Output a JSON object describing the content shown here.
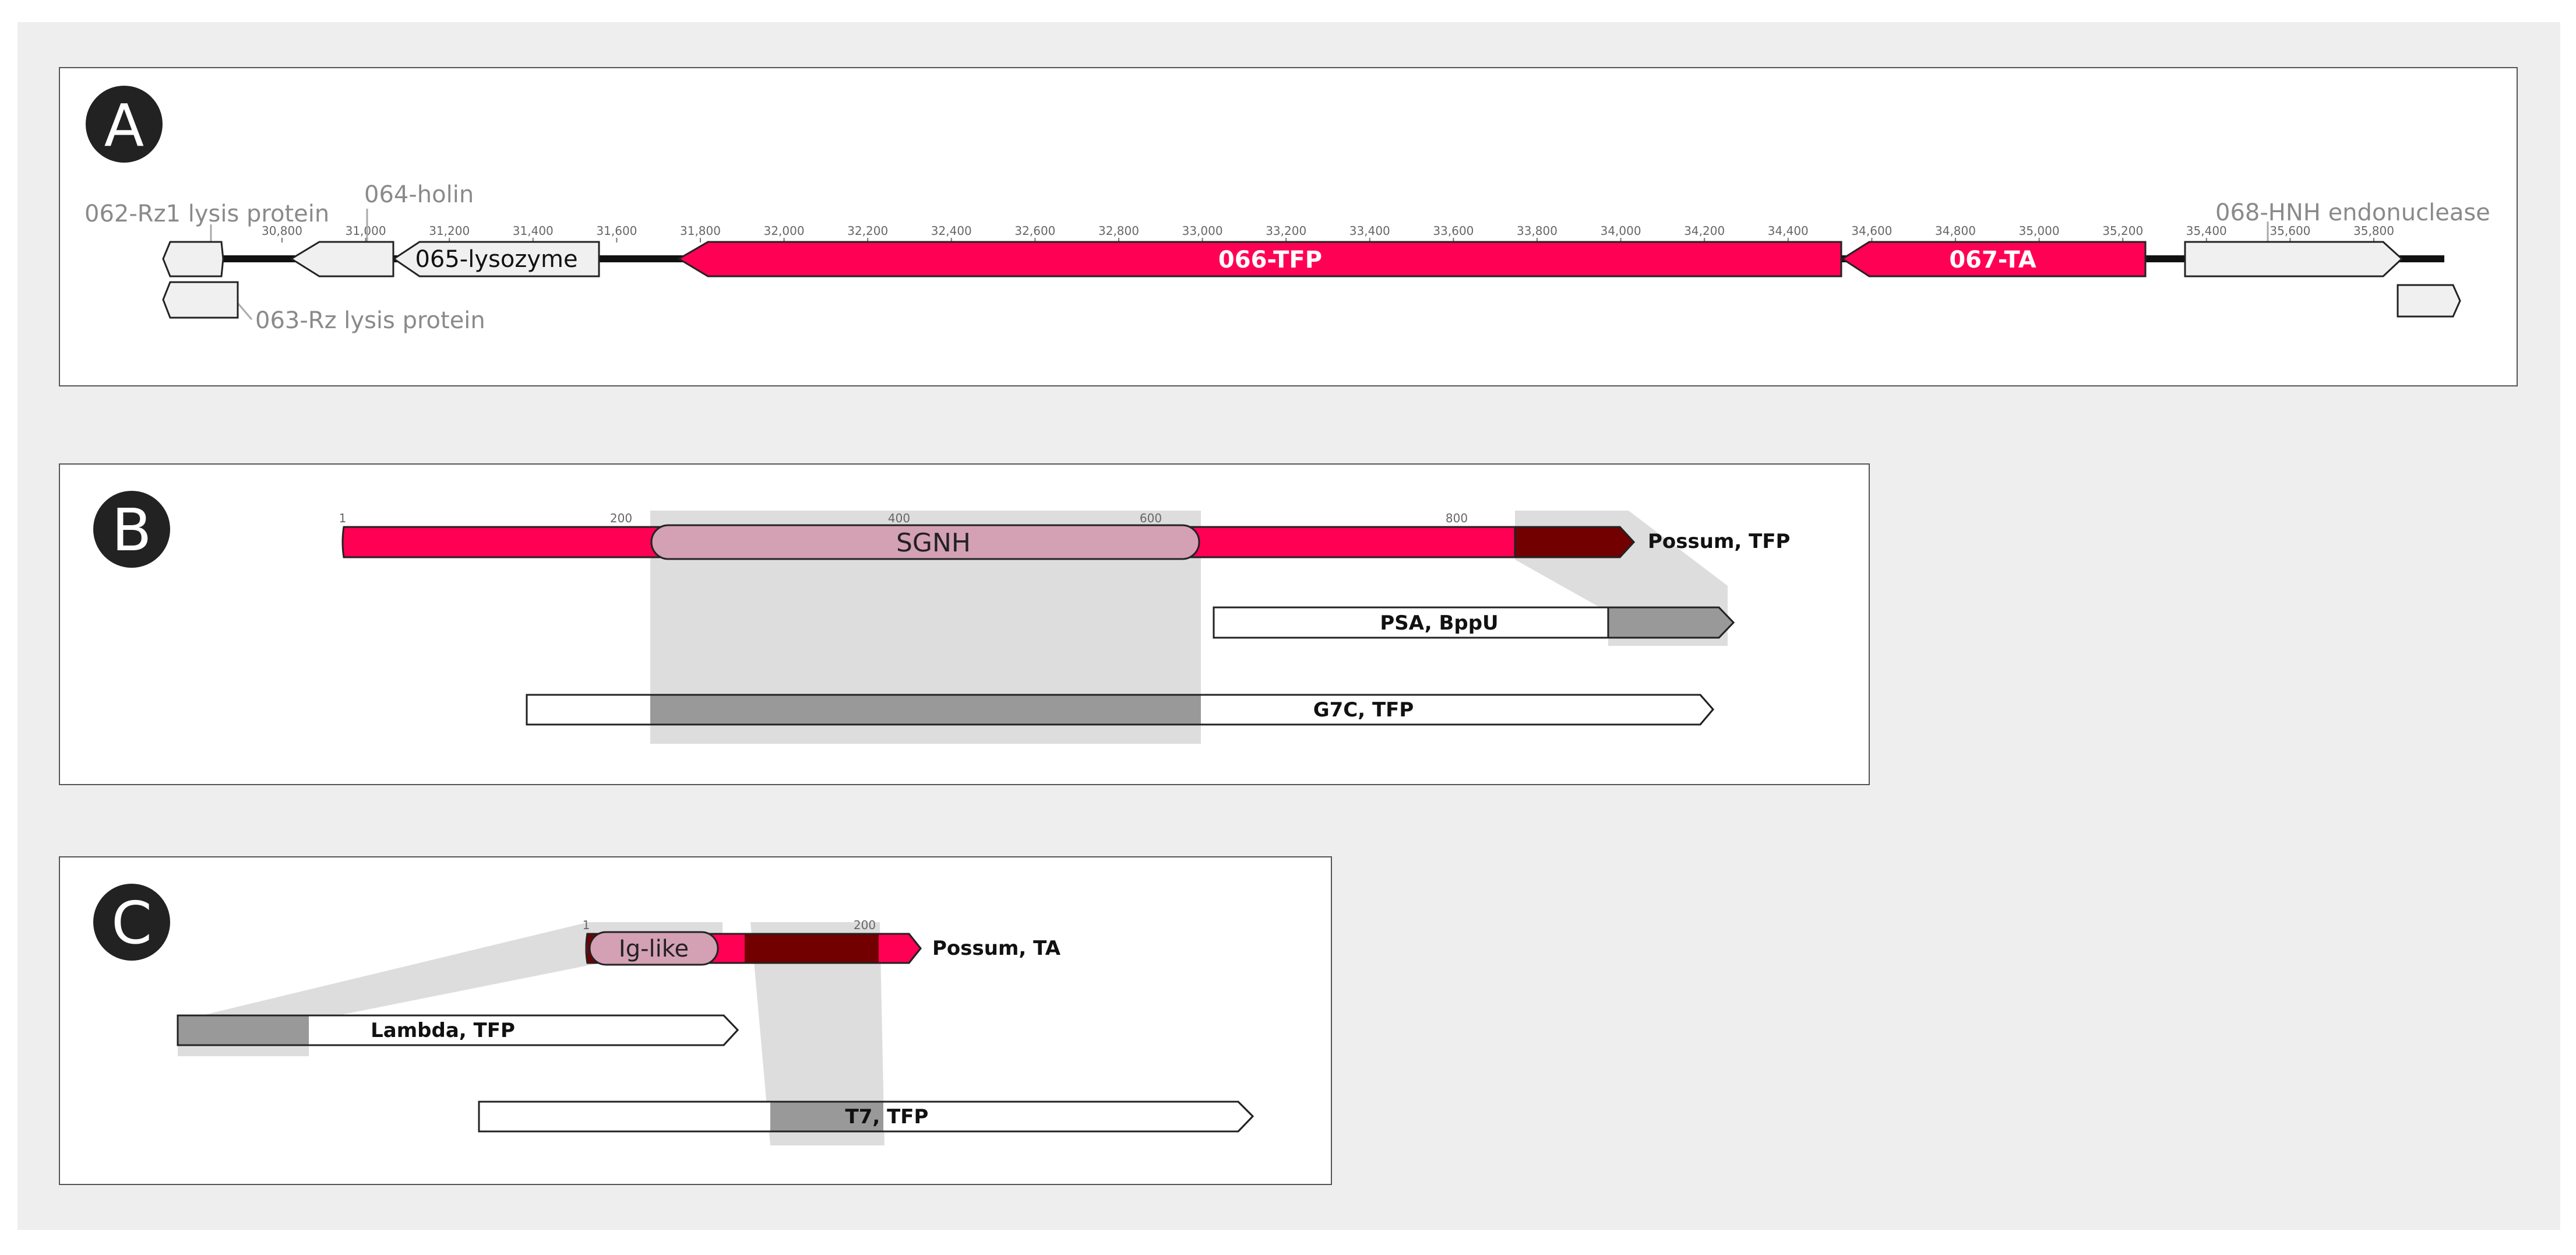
{
  "colors": {
    "background": "#eeeeee",
    "panel": "#ffffff",
    "tfp_red": "#ff0055",
    "dark_red": "#720000",
    "domain_pink": "#d4a0b4",
    "other_gene": "#f0f0f0",
    "highlight": "#dddddd",
    "match_grey": "#999999"
  },
  "panel_a": {
    "letter": "A",
    "labels": {
      "g062": "062-Rz1 lysis protein",
      "g063": "063-Rz lysis protein",
      "g064": "064-holin",
      "g065": "065-lysozyme",
      "g066": "066-TFP",
      "g067": "067-TA",
      "g068": "068-HNH endonuclease"
    },
    "ruler_ticks": [
      "30,800",
      "31,000",
      "31,200",
      "31,400",
      "31,600",
      "31,800",
      "32,000",
      "32,200",
      "32,400",
      "32,600",
      "32,800",
      "33,000",
      "33,200",
      "33,400",
      "33,600",
      "33,800",
      "34,000",
      "34,200",
      "34,400",
      "34,600",
      "34,800",
      "35,000",
      "35,200",
      "35,400",
      "35,600",
      "35,800"
    ]
  },
  "panel_b": {
    "letter": "B",
    "ruler_ticks": [
      "1",
      "200",
      "400",
      "600",
      "800"
    ],
    "domain": "SGNH",
    "proteins": [
      "Possum, TFP",
      "PSA, BppU",
      "G7C, TFP"
    ]
  },
  "panel_c": {
    "letter": "C",
    "ruler_ticks": [
      "1",
      "200"
    ],
    "domain": "Ig-like",
    "proteins": [
      "Possum, TA",
      "Lambda, TFP",
      "T7, TFP"
    ]
  }
}
